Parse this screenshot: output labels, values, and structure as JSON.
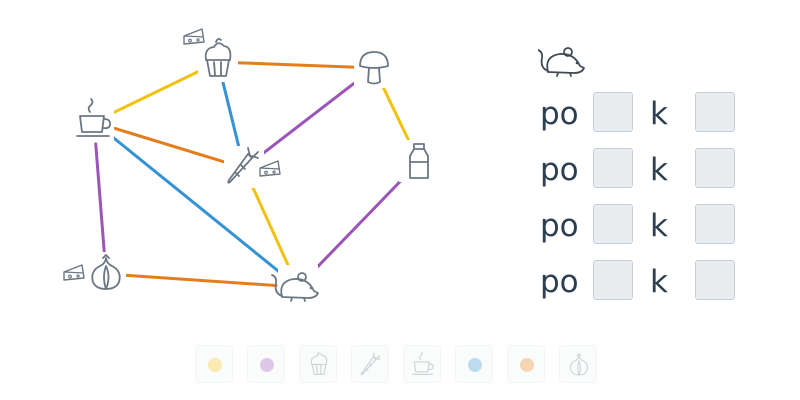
{
  "colors": {
    "yellow": "#f2c10f",
    "orange": "#e37e1a",
    "blue": "#3592d4",
    "purple": "#9b54b8",
    "icon": "#6b7783",
    "text": "#2c3e50"
  },
  "nodes": [
    {
      "id": "cupcake",
      "icon": "cupcake-icon",
      "cheese": true
    },
    {
      "id": "mushroom",
      "icon": "mushroom-icon",
      "cheese": false
    },
    {
      "id": "coffee",
      "icon": "coffee-cup-icon",
      "cheese": false
    },
    {
      "id": "carrot",
      "icon": "carrot-icon",
      "cheese": true
    },
    {
      "id": "milk",
      "icon": "milk-bottle-icon",
      "cheese": false
    },
    {
      "id": "garlic",
      "icon": "garlic-icon",
      "cheese": true
    },
    {
      "id": "mouse",
      "icon": "mouse-icon",
      "cheese": false
    }
  ],
  "edges": [
    {
      "from": "coffee",
      "to": "cupcake",
      "color": "yellow"
    },
    {
      "from": "cupcake",
      "to": "mushroom",
      "color": "orange"
    },
    {
      "from": "cupcake",
      "to": "carrot",
      "color": "blue"
    },
    {
      "from": "mushroom",
      "to": "carrot",
      "color": "purple"
    },
    {
      "from": "mushroom",
      "to": "milk",
      "color": "yellow"
    },
    {
      "from": "coffee",
      "to": "carrot",
      "color": "orange"
    },
    {
      "from": "coffee",
      "to": "mouse",
      "color": "blue"
    },
    {
      "from": "coffee",
      "to": "garlic",
      "color": "purple"
    },
    {
      "from": "carrot",
      "to": "mouse",
      "color": "yellow"
    },
    {
      "from": "milk",
      "to": "mouse",
      "color": "purple"
    },
    {
      "from": "garlic",
      "to": "mouse",
      "color": "orange"
    }
  ],
  "rows": [
    {
      "prefix": "po",
      "middle": "k"
    },
    {
      "prefix": "po",
      "middle": "k"
    },
    {
      "prefix": "po",
      "middle": "k"
    },
    {
      "prefix": "po",
      "middle": "k"
    }
  ],
  "tray": [
    {
      "kind": "color",
      "color": "yellow"
    },
    {
      "kind": "color",
      "color": "purple"
    },
    {
      "kind": "icon",
      "icon": "cupcake-icon"
    },
    {
      "kind": "icon",
      "icon": "carrot-icon"
    },
    {
      "kind": "icon",
      "icon": "coffee-cup-icon"
    },
    {
      "kind": "color",
      "color": "blue"
    },
    {
      "kind": "color",
      "color": "orange"
    },
    {
      "kind": "icon",
      "icon": "garlic-icon"
    }
  ]
}
